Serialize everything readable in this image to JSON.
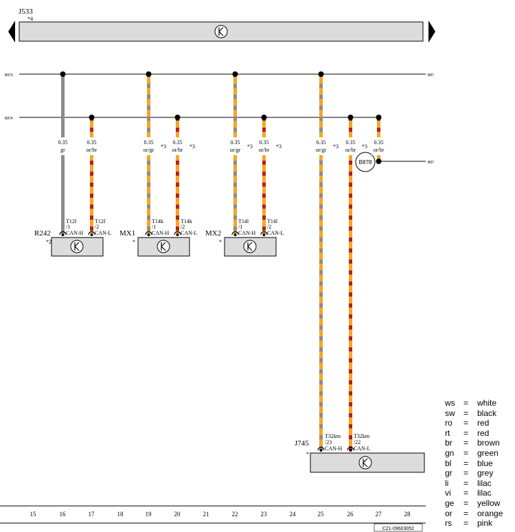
{
  "header": {
    "component": "J533",
    "note": "*4",
    "doc_id": "C21-09603052",
    "ref_left_top": "B873",
    "ref_left_bottom": "B874",
    "ref_right_top": "B87",
    "ref_right_mid": "B87"
  },
  "splice": "B878",
  "wires": [
    {
      "id": "w1",
      "size": "0.35",
      "color": "gr"
    },
    {
      "id": "w2",
      "size": "0.35",
      "color": "or/br"
    },
    {
      "id": "w3",
      "size": "0.35",
      "color": "or/gr",
      "note": "*3"
    },
    {
      "id": "w4",
      "size": "0.35",
      "color": "or/br",
      "note": "*3"
    },
    {
      "id": "w5",
      "size": "0.35",
      "color": "or/gr",
      "note": "*3"
    },
    {
      "id": "w6",
      "size": "0.35",
      "color": "or/br",
      "note": "*3"
    },
    {
      "id": "w7",
      "size": "0.35",
      "color": "or/gr",
      "note": "*3"
    },
    {
      "id": "w8",
      "size": "0.35",
      "color": "or/br",
      "note": "*3"
    },
    {
      "id": "w9",
      "size": "0.35",
      "color": "or/br"
    }
  ],
  "components": [
    {
      "name": "R242",
      "note": "*2",
      "pins": [
        {
          "conn": "T12f",
          "pin": "/1",
          "signal": "CAN-H"
        },
        {
          "conn": "T12f",
          "pin": "/2",
          "signal": "CAN-L"
        }
      ]
    },
    {
      "name": "MX1",
      "note": "*",
      "pins": [
        {
          "conn": "T14k",
          "pin": "/1",
          "signal": "CAN-H"
        },
        {
          "conn": "T14k",
          "pin": "/2",
          "signal": "CAN-L"
        }
      ]
    },
    {
      "name": "MX2",
      "note": "*",
      "pins": [
        {
          "conn": "T14l",
          "pin": "/1",
          "signal": "CAN-H"
        },
        {
          "conn": "T14l",
          "pin": "/2",
          "signal": "CAN-L"
        }
      ]
    },
    {
      "name": "J745",
      "note": "*",
      "pins": [
        {
          "conn": "T32km",
          "pin": "/23",
          "signal": "CAN-H"
        },
        {
          "conn": "T32km",
          "pin": "/22",
          "signal": "CAN-L"
        }
      ]
    }
  ],
  "grid_numbers": [
    "15",
    "16",
    "17",
    "18",
    "19",
    "20",
    "21",
    "22",
    "23",
    "24",
    "25",
    "26",
    "27",
    "28"
  ],
  "legend": [
    {
      "code": "ws",
      "eq": "=",
      "name": "white"
    },
    {
      "code": "sw",
      "eq": "=",
      "name": "black"
    },
    {
      "code": "ro",
      "eq": "=",
      "name": "red"
    },
    {
      "code": "rt",
      "eq": "=",
      "name": "red"
    },
    {
      "code": "br",
      "eq": "=",
      "name": "brown"
    },
    {
      "code": "gn",
      "eq": "=",
      "name": "green"
    },
    {
      "code": "bl",
      "eq": "=",
      "name": "blue"
    },
    {
      "code": "gr",
      "eq": "=",
      "name": "grey"
    },
    {
      "code": "li",
      "eq": "=",
      "name": "lilac"
    },
    {
      "code": "vi",
      "eq": "=",
      "name": "lilac"
    },
    {
      "code": "ge",
      "eq": "=",
      "name": "yellow"
    },
    {
      "code": "or",
      "eq": "=",
      "name": "orange"
    },
    {
      "code": "rs",
      "eq": "=",
      "name": "pink"
    }
  ],
  "colors": {
    "orange": "#f5a623",
    "grey": "#8c8c8c",
    "red": "#b22222",
    "box_fill": "#dcdcdc"
  }
}
